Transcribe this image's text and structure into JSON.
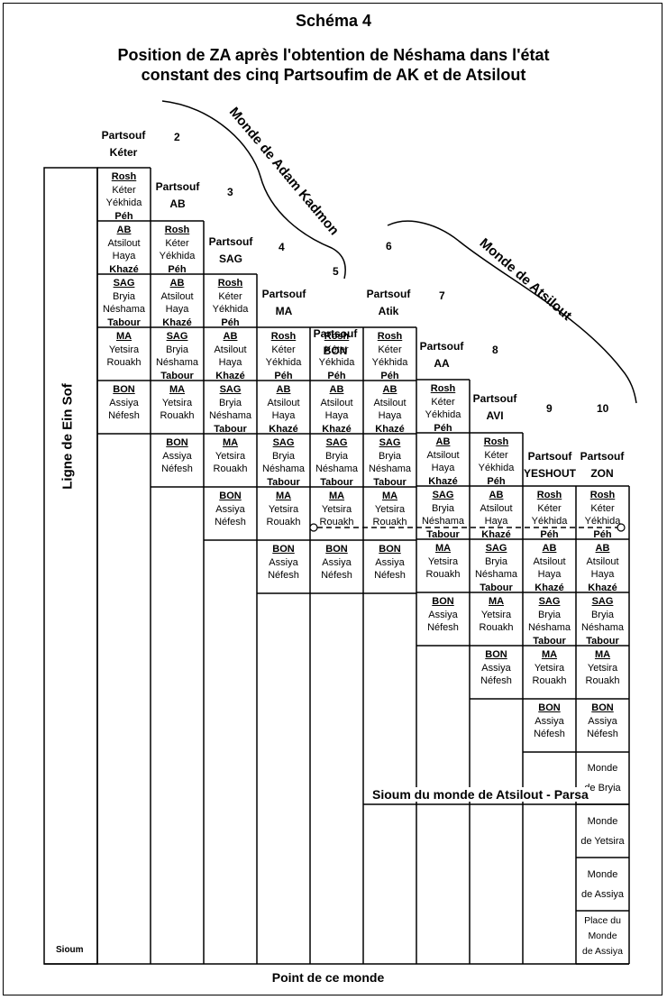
{
  "header": {
    "schema": "Schéma 4",
    "title_line1": "Position de ZA après l'obtention de Néshama dans l'état",
    "title_line2": "constant des cinq Partsoufim de AK et de Atsilout"
  },
  "left_axis": {
    "vertical_label": "Ligne de Ein Sof",
    "sioum": "Sioum"
  },
  "footer": "Point de ce monde",
  "brace_labels": {
    "ak": "Monde de Adam Kadmon",
    "atsilout": "Monde de Atsilout"
  },
  "parsa_label": "Sioum du monde de Atsilout - Parsa",
  "numbers": [
    "2",
    "3",
    "4",
    "5",
    "6",
    "7",
    "8",
    "9",
    "10"
  ],
  "partsoufim": [
    {
      "word": "Partsouf",
      "name": "Kéter"
    },
    {
      "word": "Partsouf",
      "name": "AB"
    },
    {
      "word": "Partsouf",
      "name": "SAG"
    },
    {
      "word": "Partsouf",
      "name": "MA"
    },
    {
      "word": "Partsouf",
      "name": "BON"
    },
    {
      "word": "Partsouf",
      "name": "Atik"
    },
    {
      "word": "Partsouf",
      "name": "AA"
    },
    {
      "word": "Partsouf",
      "name": "AVI"
    },
    {
      "word": "Partsouf",
      "name": "YESHOUT"
    },
    {
      "word": "Partsouf",
      "name": "ZON"
    }
  ],
  "level_texts": {
    "Rosh": [
      "Rosh",
      "Kéter",
      "Yékhida",
      "Péh"
    ],
    "AB": [
      "AB",
      "Atsilout",
      "Haya",
      "Khazé"
    ],
    "SAG": [
      "SAG",
      "Bryia",
      "Néshama",
      "Tabour"
    ],
    "MA": [
      "MA",
      "Yetsira",
      "Rouakh",
      ""
    ],
    "BON": [
      "BON",
      "Assiya",
      "Néfesh",
      ""
    ]
  },
  "columns": [
    {
      "cells": [
        "Rosh",
        "AB",
        "SAG",
        "MA",
        "BON"
      ]
    },
    {
      "cells": [
        "Rosh",
        "AB",
        "SAG",
        "MA",
        "BON"
      ]
    },
    {
      "cells": [
        "Rosh",
        "AB",
        "SAG",
        "MA",
        "BON"
      ]
    },
    {
      "cells": [
        "Rosh",
        "AB",
        "SAG",
        "MA",
        "BON"
      ]
    },
    {
      "cells": [
        "Rosh",
        "AB",
        "SAG",
        "MA",
        "BON"
      ]
    },
    {
      "cells": [
        "Rosh",
        "AB",
        "SAG",
        "MA",
        "BON"
      ]
    },
    {
      "cells": [
        "Rosh",
        "AB",
        "SAG",
        "MA",
        "BON"
      ]
    },
    {
      "cells": [
        "Rosh",
        "AB",
        "SAG",
        "MA",
        "BON"
      ]
    },
    {
      "cells": [
        "Rosh",
        "AB",
        "SAG",
        "MA",
        "BON"
      ]
    },
    {
      "cells": [
        "Rosh",
        "AB",
        "SAG",
        "MA",
        "BON"
      ]
    }
  ],
  "worlds": [
    {
      "lines": [
        "Monde",
        "de Bryia"
      ]
    },
    {
      "lines": [
        "Monde",
        "de Yetsira"
      ]
    },
    {
      "lines": [
        "Monde",
        "de Assiya"
      ]
    },
    {
      "lines": [
        "Place du",
        "Monde",
        "de Assiya"
      ]
    }
  ]
}
